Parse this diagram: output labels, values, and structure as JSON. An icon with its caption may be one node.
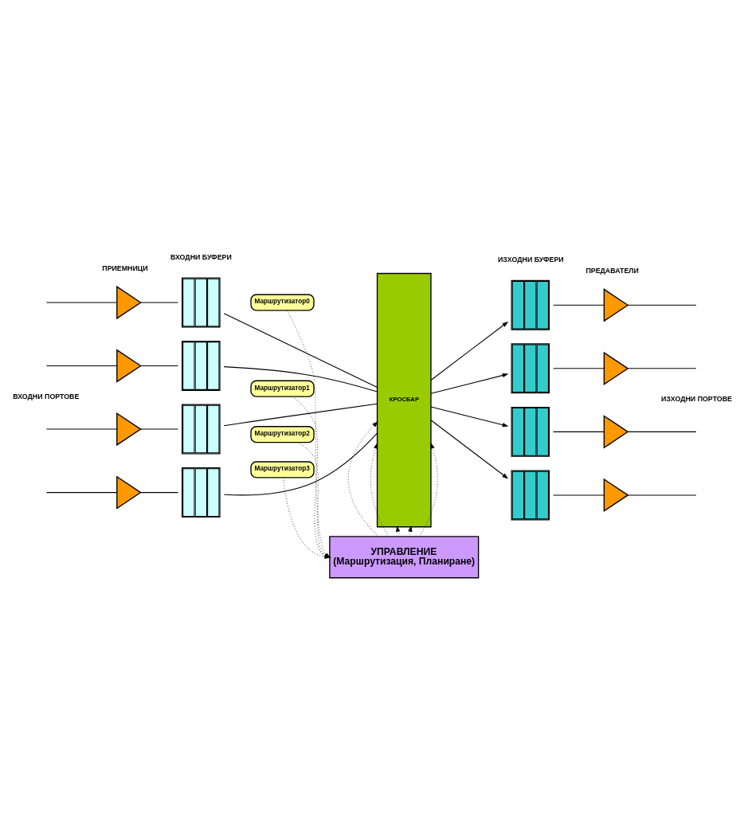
{
  "diagram": {
    "nodes": [
      {
        "text": [],
        "shape": "triangle"
      },
      {
        "text": [],
        "shape": "triangle"
      },
      {
        "text": [],
        "shape": "triangle"
      },
      {
        "text": [],
        "shape": "triangle"
      },
      {
        "text": [],
        "shape": "box"
      },
      {
        "text": [],
        "shape": "box"
      },
      {
        "text": [],
        "shape": "box"
      },
      {
        "text": [],
        "shape": "box"
      },
      {
        "text": [
          "Маршрутизатор0"
        ]
      },
      {
        "text": [
          "Маршрутизатор1"
        ]
      },
      {
        "text": [
          "Маршрутизатор2"
        ]
      },
      {
        "text": [
          "Маршрутизатор3"
        ]
      },
      {
        "text": [
          "КРОСБАР"
        ]
      },
      {
        "text": [],
        "shape": "box"
      },
      {
        "text": [],
        "shape": "box"
      },
      {
        "text": [],
        "shape": "box"
      },
      {
        "text": [],
        "shape": "box"
      },
      {
        "text": [],
        "shape": "triangle"
      },
      {
        "text": [],
        "shape": "triangle"
      },
      {
        "text": [],
        "shape": "triangle"
      },
      {
        "text": [],
        "shape": "triangle"
      },
      {
        "text": [
          "УПРАВЛЕНИЕ (Маршрутизация, Планиране)"
        ]
      }
    ],
    "edges": [
      {
        "from": null,
        "to": 0,
        "arrow": "none"
      },
      {
        "from": null,
        "to": 1,
        "arrow": "none"
      },
      {
        "from": null,
        "to": 2,
        "arrow": "none"
      },
      {
        "from": null,
        "to": 3,
        "arrow": "none"
      },
      {
        "from": 0,
        "to": 4,
        "arrow": "none"
      },
      {
        "from": 1,
        "to": 5,
        "arrow": "none"
      },
      {
        "from": 2,
        "to": 6,
        "arrow": "none"
      },
      {
        "from": 3,
        "to": 7,
        "arrow": "none"
      },
      {
        "from": 4,
        "to": 12,
        "arrow": "none"
      },
      {
        "from": 5,
        "to": 12,
        "arrow": "none"
      },
      {
        "from": 6,
        "to": 12,
        "arrow": "none"
      },
      {
        "from": 7,
        "to": 12,
        "arrow": "none"
      },
      {
        "from": 12,
        "to": 13,
        "arrow": "to"
      },
      {
        "from": 12,
        "to": 14,
        "arrow": "to"
      },
      {
        "from": 12,
        "to": 15,
        "arrow": "to"
      },
      {
        "from": 12,
        "to": 16,
        "arrow": "to"
      },
      {
        "from": 13,
        "to": 17,
        "arrow": "none"
      },
      {
        "from": 14,
        "to": 18,
        "arrow": "none"
      },
      {
        "from": 15,
        "to": 19,
        "arrow": "none"
      },
      {
        "from": 16,
        "to": 20,
        "arrow": "none"
      },
      {
        "from": 17,
        "to": null,
        "arrow": "none"
      },
      {
        "from": 18,
        "to": null,
        "arrow": "none"
      },
      {
        "from": 19,
        "to": null,
        "arrow": "none"
      },
      {
        "from": 20,
        "to": null,
        "arrow": "none"
      },
      {
        "from": 8,
        "to": 21,
        "arrow": "to",
        "style": "dashed"
      },
      {
        "from": 9,
        "to": 21,
        "arrow": "to",
        "style": "dashed"
      },
      {
        "from": 10,
        "to": 21,
        "arrow": "to",
        "style": "dashed"
      },
      {
        "from": 11,
        "to": 21,
        "arrow": "to",
        "style": "dashed"
      },
      {
        "from": 21,
        "to": 12,
        "arrow": "to",
        "style": "dashed"
      },
      {
        "from": 21,
        "to": 12,
        "arrow": "to",
        "style": "dashed"
      },
      {
        "from": 21,
        "to": 12,
        "arrow": "to",
        "style": "dashed"
      },
      {
        "from": 21,
        "to": 12,
        "arrow": "to",
        "style": "dashed"
      },
      {
        "from": 21,
        "to": 12,
        "arrow": "to",
        "style": "dashed"
      }
    ],
    "labels": [
      "ПРИЕМНИЦИ",
      "ВХОДНИ БУФЕРИ",
      "ИЗХОДНИ БУФЕРИ",
      "ПРЕДАВАТЕЛИ",
      "ВХОДНИ ПОРТОВЕ",
      "ИЗХОДНИ ПОРТОВЕ"
    ]
  }
}
